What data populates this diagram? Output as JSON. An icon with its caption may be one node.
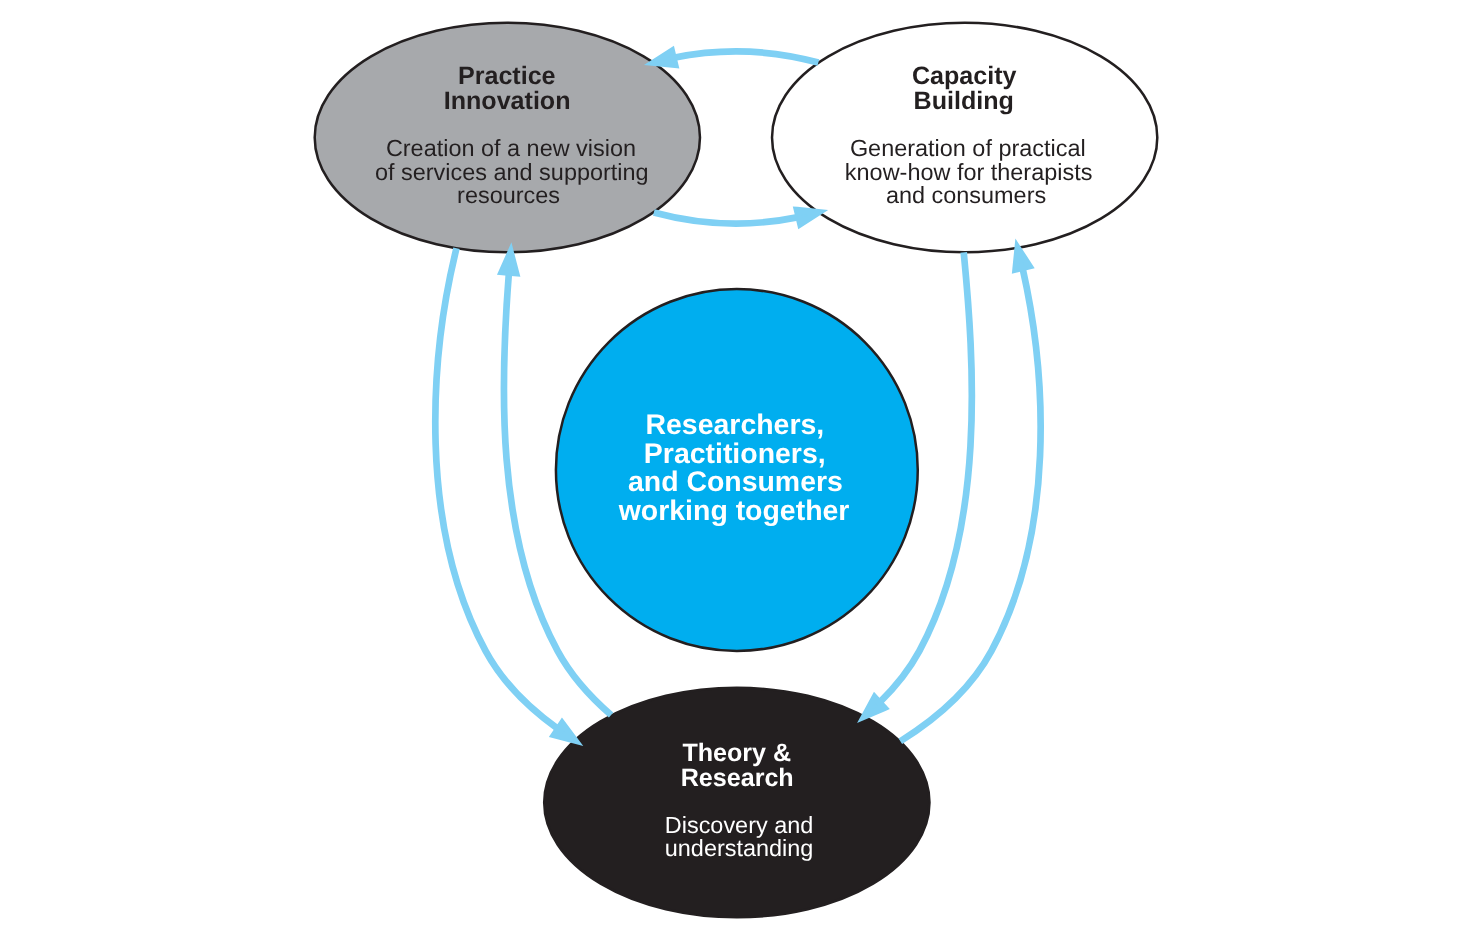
{
  "diagram": {
    "nodes": [
      {
        "text": [
          "Practice Innovation",
          "Creation of a new vision of services and supporting resources"
        ]
      },
      {
        "text": [
          "Capacity Building",
          "Generation of practical know-how for therapists and consumers"
        ]
      },
      {
        "text": [
          "Researchers, Practitioners, and Consumers working together"
        ]
      },
      {
        "text": [
          "Theory & Research",
          "Discovery and understanding"
        ]
      }
    ],
    "edges": [
      {
        "from": 0,
        "to": 1,
        "arrow": "to"
      },
      {
        "from": 1,
        "to": 0,
        "arrow": "to"
      },
      {
        "from": 1,
        "to": 3,
        "arrow": "to"
      },
      {
        "from": 3,
        "to": 1,
        "arrow": "to"
      },
      {
        "from": 0,
        "to": 3,
        "arrow": "to"
      },
      {
        "from": 3,
        "to": 0,
        "arrow": "to"
      }
    ]
  }
}
